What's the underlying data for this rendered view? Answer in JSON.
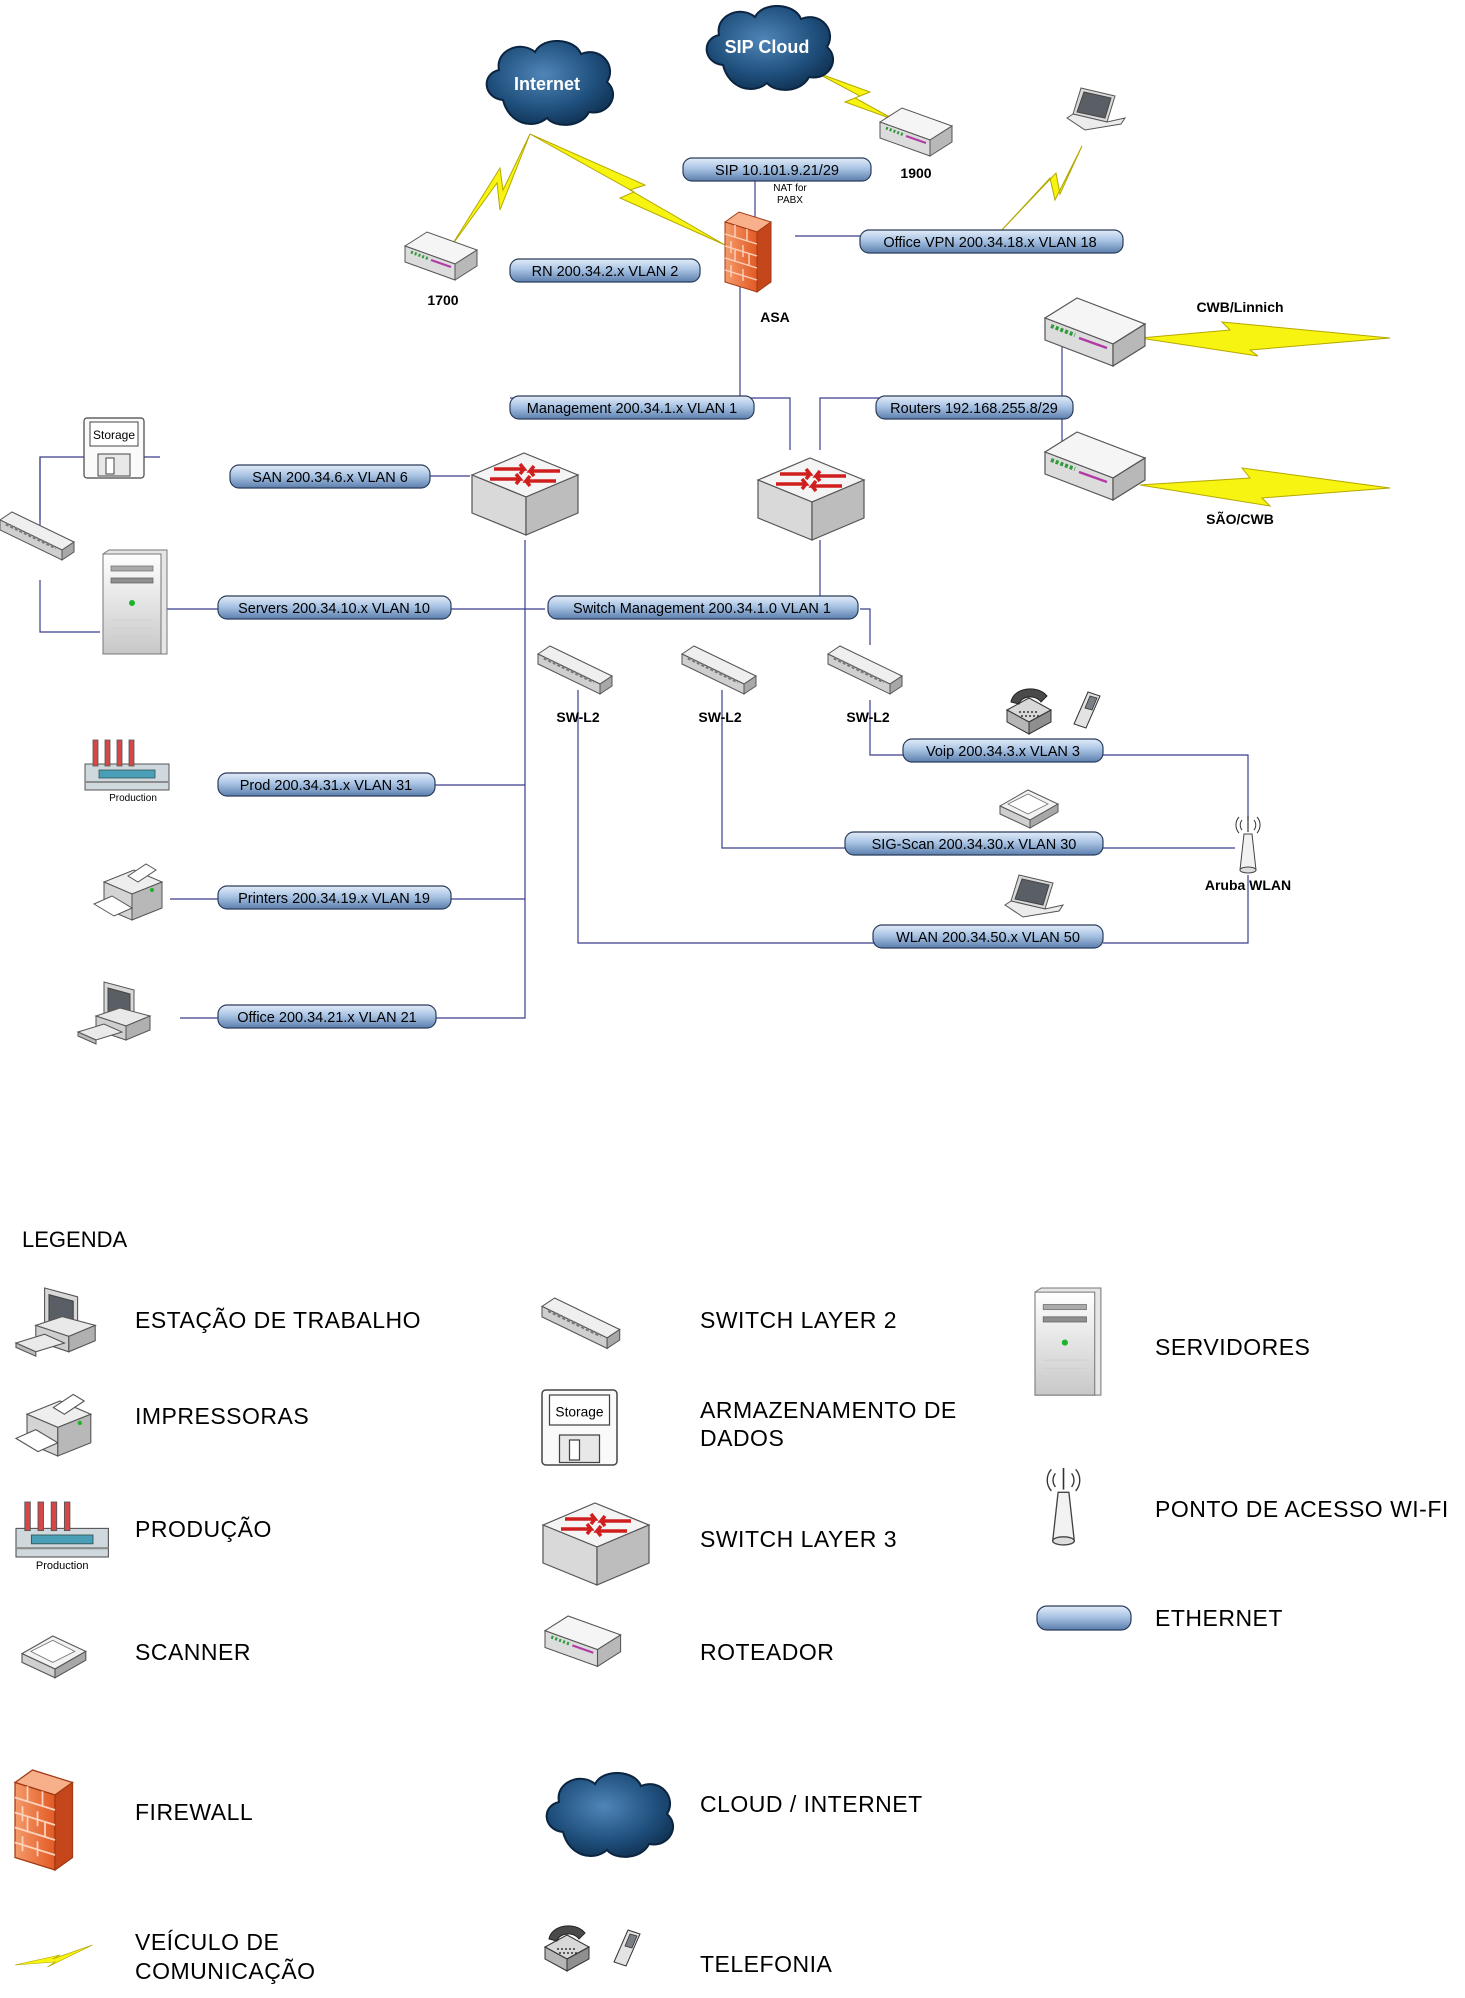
{
  "network": {
    "clouds": {
      "internet": "Internet",
      "sip": "SIP Cloud"
    },
    "devices": {
      "router_1700": "1700",
      "router_1900": "1900",
      "asa": "ASA",
      "cwb_linnich": "CWB/Linnich",
      "sao_cwb": "SÃO/CWB",
      "sw_l2": "SW-L2",
      "aruba": "Aruba WLAN",
      "storage": "Storage",
      "production": "Production",
      "nat_note_1": "NAT for",
      "nat_note_2": "PABX"
    },
    "links": {
      "sip": "SIP 10.101.9.21/29",
      "rn": "RN 200.34.2.x VLAN 2",
      "office_vpn": "Office VPN 200.34.18.x VLAN 18",
      "management": "Management 200.34.1.x VLAN 1",
      "routers": "Routers 192.168.255.8/29",
      "san": "SAN 200.34.6.x VLAN 6",
      "servers": "Servers 200.34.10.x VLAN 10",
      "switch_mgmt": "Switch Management 200.34.1.0 VLAN 1",
      "voip": "Voip 200.34.3.x VLAN 3",
      "sigscan": "SIG-Scan 200.34.30.x VLAN 30",
      "wlan": "WLAN 200.34.50.x VLAN 50",
      "prod": "Prod 200.34.31.x VLAN 31",
      "printers": "Printers 200.34.19.x VLAN 19",
      "office": "Office 200.34.21.x VLAN 21"
    }
  },
  "legend": {
    "title": "LEGENDA",
    "workstation": "ESTAÇÃO DE TRABALHO",
    "printers": "IMPRESSORAS",
    "production": "PRODUÇÃO",
    "scanner": "SCANNER",
    "firewall": "FIREWALL",
    "vehicle_1": "VEÍCULO DE",
    "vehicle_2": "COMUNICAÇÃO",
    "switch_l2": "SWITCH LAYER 2",
    "storage_1": "ARMAZENAMENTO DE",
    "storage_2": "DADOS",
    "switch_l3": "SWITCH LAYER 3",
    "router": "ROTEADOR",
    "cloud": "CLOUD / INTERNET",
    "telephony": "TELEFONIA",
    "servers": "SERVIDORES",
    "wifi_ap": "PONTO DE ACESSO WI-FI",
    "ethernet": "ETHERNET"
  },
  "colors": {
    "pipe": "#a9c4e4",
    "pipe_stroke": "#2a3c5a",
    "line": "#3b3f8c",
    "lightning": "#f7f411",
    "firewall": "#f0703a",
    "cloud": "#1c4d78"
  }
}
